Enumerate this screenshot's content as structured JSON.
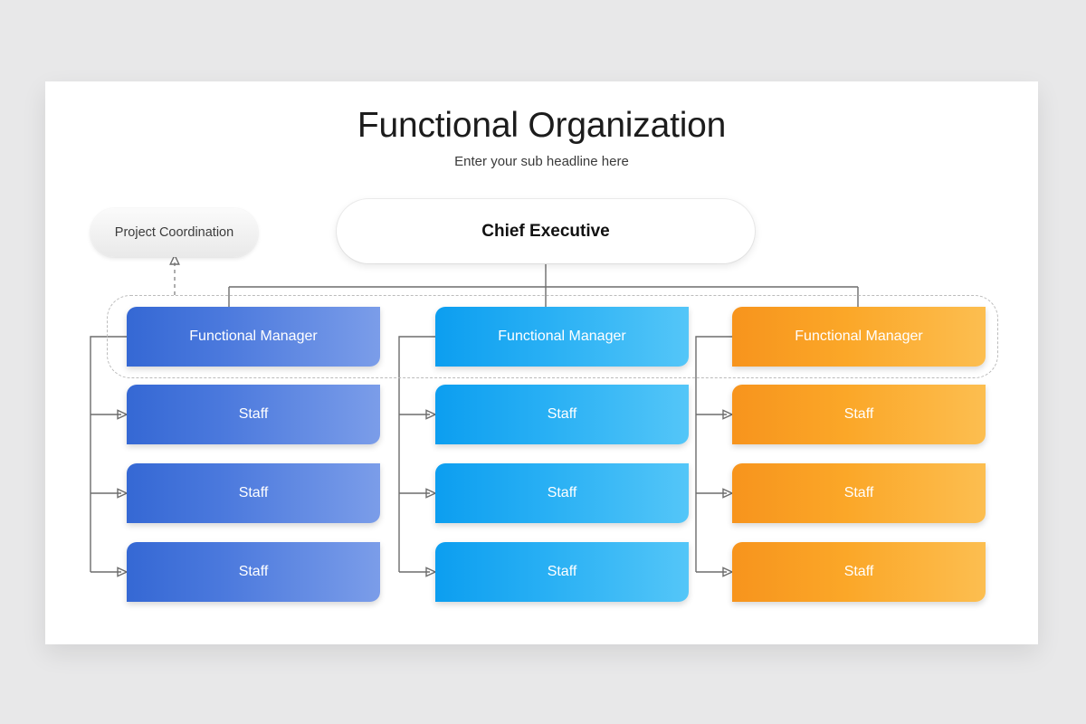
{
  "slide": {
    "title": "Functional Organization",
    "subtitle": "Enter your sub headline here"
  },
  "coordination": {
    "label": "Project Coordination"
  },
  "executive": {
    "label": "Chief Executive"
  },
  "columns": [
    {
      "accent": "#3568d4",
      "manager": "Functional Manager",
      "staff": [
        "Staff",
        "Staff",
        "Staff"
      ]
    },
    {
      "accent": "#0c9ef0",
      "manager": "Functional Manager",
      "staff": [
        "Staff",
        "Staff",
        "Staff"
      ]
    },
    {
      "accent": "#f7941d",
      "manager": "Functional Manager",
      "staff": [
        "Staff",
        "Staff",
        "Staff"
      ]
    }
  ]
}
